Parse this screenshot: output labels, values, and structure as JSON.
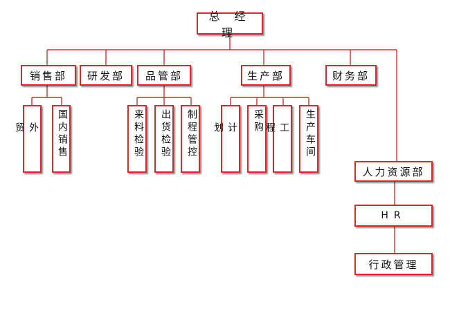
{
  "top": "总 经 理",
  "departments": {
    "sales": "销售部",
    "rnd": "研发部",
    "qc": "品管部",
    "production": "生产部",
    "finance": "财务部",
    "hr": "人力资源部"
  },
  "sales_children": [
    "外贸",
    "国内销售"
  ],
  "qc_children": [
    "来料检验",
    "出货检验",
    "制程管控"
  ],
  "production_children": [
    "计划",
    "采购",
    "工程",
    "生产车间"
  ],
  "hr_chain": [
    "HR",
    "行政管理"
  ],
  "colors": {
    "box_border": "#d42a2a",
    "line": "#d42a2a"
  }
}
